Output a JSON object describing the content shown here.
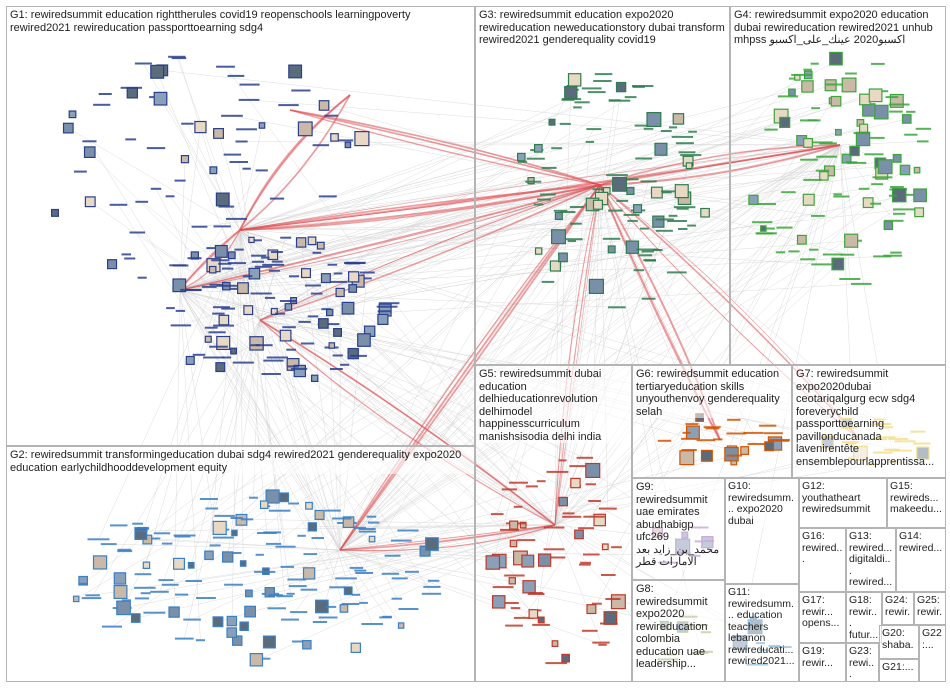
{
  "groups": [
    {
      "id": "G1",
      "label": "G1: rewiredsummit education righttherules covid19 reopenschools learningpoverty rewired2021 rewireducation passporttoearning sdg4",
      "color": "#2a3f8f"
    },
    {
      "id": "G2",
      "label": "G2: rewiredsummit transformingeducation dubai sdg4 rewired2021 genderequality expo2020 education earlychildhooddevelopment equity",
      "color": "#3b7fc4"
    },
    {
      "id": "G3",
      "label": "G3: rewiredsummit education expo2020 rewireducation neweducationstory dubai transform rewired2021 genderequality covid19",
      "color": "#2e7d4f"
    },
    {
      "id": "G4",
      "label": "G4: rewiredsummit expo2020 education dubai rewireducation rewired2021 unhub mhpss اكسبو2020 عينك_على_اكسبو",
      "color": "#3aa63a"
    },
    {
      "id": "G5",
      "label": "G5: rewiredsummit dubai education delhieducationrevolution delhimodel happinesscurriculum manishsisodia delhi india",
      "color": "#c0392b"
    },
    {
      "id": "G6",
      "label": "G6: rewiredsummit education tertiaryeducation skills unyouthenvoy genderequality selah",
      "color": "#d35400"
    },
    {
      "id": "G7",
      "label": "G7: rewiredsummit expo2020dubai ceotariqalgurg ecw sdg4 foreverychild passporttoearning pavillonducanada lavenirentête ensemblepourlapprentissa...",
      "color": "#e6b800"
    },
    {
      "id": "G8",
      "label": "G8: rewiredsummit expo2020 rewireducation colombia education uae leadership...",
      "color": "#7a9a3a"
    },
    {
      "id": "G9",
      "label": "G9: rewiredsummit uae emirates abudhabigp ufc269 محمد_بن_زايد بعد الامارات قطر",
      "color": "#8e44ad"
    },
    {
      "id": "G10",
      "label": "G10: rewiredsumm... expo2020 dubai",
      "color": "#555555"
    },
    {
      "id": "G11",
      "label": "G11: rewiredsumm... education teachers lebanon rewireducati... rewired2021...",
      "color": "#2c7fb8"
    },
    {
      "id": "G12",
      "label": "G12: youthatheart rewiredsummit",
      "color": "#555555"
    },
    {
      "id": "G13",
      "label": "G13: rewired... digitaldi... rewired...",
      "color": "#555555"
    },
    {
      "id": "G14",
      "label": "G14: rewired...",
      "color": "#555555"
    },
    {
      "id": "G15",
      "label": "G15: rewireds... makeedu...",
      "color": "#555555"
    },
    {
      "id": "G16",
      "label": "G16: rewired...",
      "color": "#555555"
    },
    {
      "id": "G17",
      "label": "G17: rewir... opens...",
      "color": "#555555"
    },
    {
      "id": "G18",
      "label": "G18: rewir... futur...",
      "color": "#555555"
    },
    {
      "id": "G19",
      "label": "G19: rewir...",
      "color": "#555555"
    },
    {
      "id": "G20",
      "label": "G20: shaba...",
      "color": "#555555"
    },
    {
      "id": "G21",
      "label": "G21:...",
      "color": "#555555"
    },
    {
      "id": "G22",
      "label": "G22:...",
      "color": "#555555"
    },
    {
      "id": "G23",
      "label": "G23: rewi...",
      "color": "#555555"
    },
    {
      "id": "G24",
      "label": "G24: rewir...",
      "color": "#555555"
    },
    {
      "id": "G25",
      "label": "G25: rewir...",
      "color": "#555555"
    }
  ],
  "colors": {
    "background": "#ffffff",
    "panel_border": "#b4b4b4",
    "label_text": "#1f1f1f",
    "edge_gray": "#cfcfcf",
    "edge_red": "#e0484e"
  }
}
